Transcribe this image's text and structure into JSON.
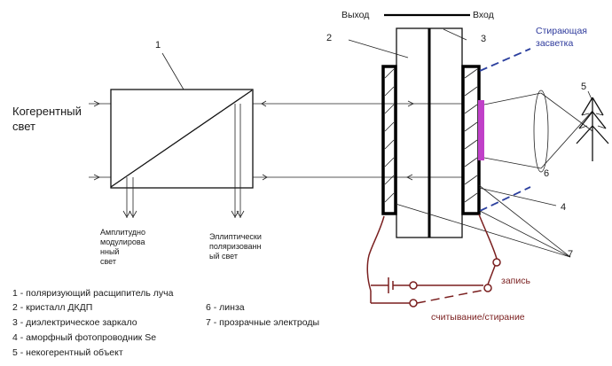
{
  "labels": {
    "num_1": "1",
    "num_2": "2",
    "num_3": "3",
    "num_4": "4",
    "num_5": "5",
    "num_6": "6",
    "num_7": "7",
    "output": "Выход",
    "input": "Вход",
    "coherent_light": [
      "Когерентный",
      "свет"
    ],
    "erase_illumination": [
      "Стирающая",
      "засветка"
    ],
    "amplitude_modulated": [
      "Амплитудно",
      "модулирова",
      "нный",
      "свет"
    ],
    "elliptic_polarized": [
      "Эллиптически",
      "поляризованн",
      "ый свет"
    ],
    "write": "запись",
    "read_erase": "считывание/стирание"
  },
  "legend": {
    "left": [
      "1 - поляризующий расщипитель луча",
      "2 - кристалл ДКДП",
      "3 - диэлектрическое заркало",
      "4 - аморфный фотопроводник Se",
      "5 - некогерентный объект"
    ],
    "right": [
      "6 - линза",
      "7 - прозрачные электроды"
    ]
  },
  "colors": {
    "line": "#000000",
    "erase_label": "#2e3a9c",
    "erase_dash": "#2b3f9e",
    "circuit": "#7a1f1f",
    "photoconductor": "#c040c8"
  }
}
